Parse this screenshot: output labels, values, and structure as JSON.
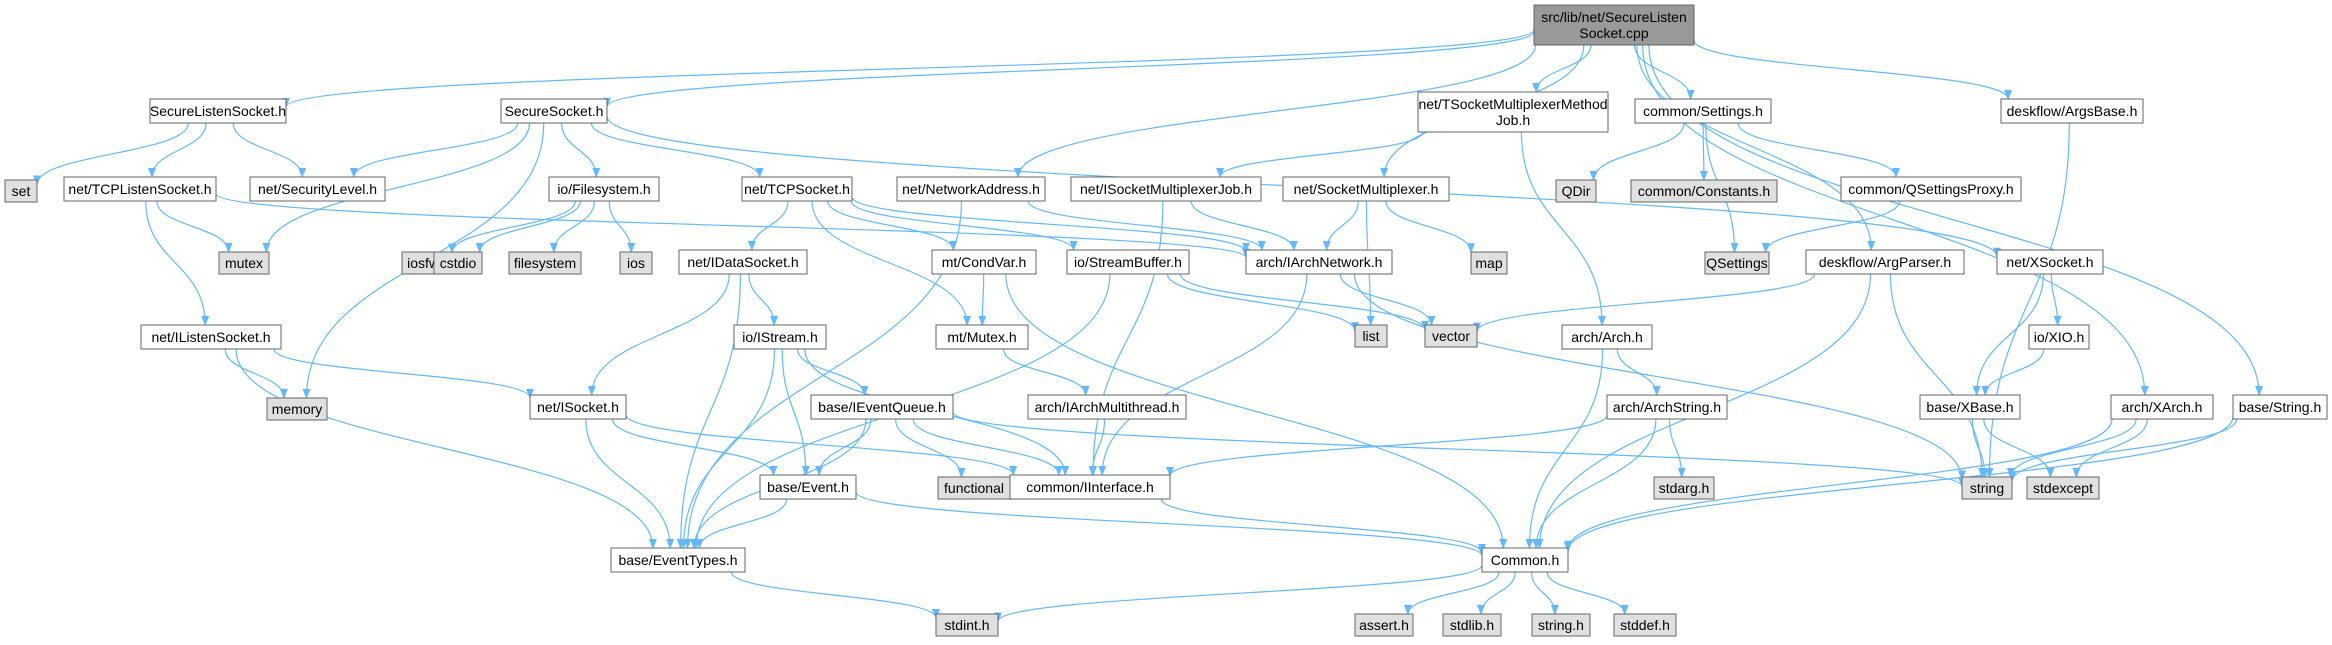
{
  "title": "src/lib/net/SecureListenSocket.cpp",
  "colors": {
    "root_fill": "#999999",
    "header_fill": "#ffffff",
    "system_fill": "#e0e0e0",
    "edge": "#63b8ff"
  },
  "nodes": [
    {
      "id": "root",
      "kind": "root",
      "lines": [
        "src/lib/net/SecureListen",
        "Socket.cpp"
      ]
    },
    {
      "id": "securelistensocket",
      "kind": "header",
      "lines": [
        "SecureListenSocket.h"
      ]
    },
    {
      "id": "securesocket",
      "kind": "header",
      "lines": [
        "SecureSocket.h"
      ]
    },
    {
      "id": "networkaddress",
      "kind": "header",
      "lines": [
        "net/NetworkAddress.h"
      ]
    },
    {
      "id": "tsocketmultiplexermethodjob",
      "kind": "header",
      "lines": [
        "net/TSocketMultiplexerMethod",
        "Job.h"
      ]
    },
    {
      "id": "socketmultiplexer",
      "kind": "header",
      "lines": [
        "net/SocketMultiplexer.h"
      ]
    },
    {
      "id": "settings",
      "kind": "header",
      "lines": [
        "common/Settings.h"
      ]
    },
    {
      "id": "argsbase",
      "kind": "header",
      "lines": [
        "deskflow/ArgsBase.h"
      ]
    },
    {
      "id": "argparser",
      "kind": "header",
      "lines": [
        "deskflow/ArgParser.h"
      ]
    },
    {
      "id": "xarch",
      "kind": "header",
      "lines": [
        "arch/XArch.h"
      ]
    },
    {
      "id": "basestring",
      "kind": "header",
      "lines": [
        "base/String.h"
      ]
    },
    {
      "id": "set",
      "kind": "system",
      "lines": [
        "set"
      ]
    },
    {
      "id": "tcplistensocket",
      "kind": "header",
      "lines": [
        "net/TCPListenSocket.h"
      ]
    },
    {
      "id": "securitylevel",
      "kind": "header",
      "lines": [
        "net/SecurityLevel.h"
      ]
    },
    {
      "id": "filesystem_h",
      "kind": "header",
      "lines": [
        "io/Filesystem.h"
      ]
    },
    {
      "id": "tcpsocket",
      "kind": "header",
      "lines": [
        "net/TCPSocket.h"
      ]
    },
    {
      "id": "isocketmultiplexerjob",
      "kind": "header",
      "lines": [
        "net/ISocketMultiplexerJob.h"
      ]
    },
    {
      "id": "qdir",
      "kind": "system",
      "lines": [
        "QDir"
      ]
    },
    {
      "id": "constants",
      "kind": "system",
      "lines": [
        "common/Constants.h"
      ]
    },
    {
      "id": "qsettingsproxy",
      "kind": "header",
      "lines": [
        "common/QSettingsProxy.h"
      ]
    },
    {
      "id": "mutex",
      "kind": "system",
      "lines": [
        "mutex"
      ]
    },
    {
      "id": "iosfwd",
      "kind": "system",
      "lines": [
        "iosfwd"
      ]
    },
    {
      "id": "cstdio",
      "kind": "system",
      "lines": [
        "cstdio"
      ]
    },
    {
      "id": "filesystem",
      "kind": "system",
      "lines": [
        "filesystem"
      ]
    },
    {
      "id": "ios",
      "kind": "system",
      "lines": [
        "ios"
      ]
    },
    {
      "id": "idatasocket",
      "kind": "header",
      "lines": [
        "net/IDataSocket.h"
      ]
    },
    {
      "id": "condvar",
      "kind": "header",
      "lines": [
        "mt/CondVar.h"
      ]
    },
    {
      "id": "streambuffer",
      "kind": "header",
      "lines": [
        "io/StreamBuffer.h"
      ]
    },
    {
      "id": "iarchnetwork",
      "kind": "header",
      "lines": [
        "arch/IArchNetwork.h"
      ]
    },
    {
      "id": "map",
      "kind": "system",
      "lines": [
        "map"
      ]
    },
    {
      "id": "qsettings",
      "kind": "system",
      "lines": [
        "QSettings"
      ]
    },
    {
      "id": "xsocket",
      "kind": "header",
      "lines": [
        "net/XSocket.h"
      ]
    },
    {
      "id": "ilistensocket",
      "kind": "header",
      "lines": [
        "net/IListenSocket.h"
      ]
    },
    {
      "id": "istream",
      "kind": "header",
      "lines": [
        "io/IStream.h"
      ]
    },
    {
      "id": "mutex_h",
      "kind": "header",
      "lines": [
        "mt/Mutex.h"
      ]
    },
    {
      "id": "list",
      "kind": "system",
      "lines": [
        "list"
      ]
    },
    {
      "id": "vector",
      "kind": "system",
      "lines": [
        "vector"
      ]
    },
    {
      "id": "arch_h",
      "kind": "header",
      "lines": [
        "arch/Arch.h"
      ]
    },
    {
      "id": "xio",
      "kind": "header",
      "lines": [
        "io/XIO.h"
      ]
    },
    {
      "id": "memory",
      "kind": "system",
      "lines": [
        "memory"
      ]
    },
    {
      "id": "isocket",
      "kind": "header",
      "lines": [
        "net/ISocket.h"
      ]
    },
    {
      "id": "ieventqueue",
      "kind": "header",
      "lines": [
        "base/IEventQueue.h"
      ]
    },
    {
      "id": "iarchmultithread",
      "kind": "header",
      "lines": [
        "arch/IArchMultithread.h"
      ]
    },
    {
      "id": "archstring",
      "kind": "header",
      "lines": [
        "arch/ArchString.h"
      ]
    },
    {
      "id": "xbase",
      "kind": "header",
      "lines": [
        "base/XBase.h"
      ]
    },
    {
      "id": "functional",
      "kind": "system",
      "lines": [
        "functional"
      ]
    },
    {
      "id": "stdarg",
      "kind": "system",
      "lines": [
        "stdarg.h"
      ]
    },
    {
      "id": "string",
      "kind": "system",
      "lines": [
        "string"
      ]
    },
    {
      "id": "stdexcept",
      "kind": "system",
      "lines": [
        "stdexcept"
      ]
    },
    {
      "id": "event",
      "kind": "header",
      "lines": [
        "base/Event.h"
      ]
    },
    {
      "id": "iinterface",
      "kind": "header",
      "lines": [
        "common/IInterface.h"
      ]
    },
    {
      "id": "eventtypes",
      "kind": "header",
      "lines": [
        "base/EventTypes.h"
      ]
    },
    {
      "id": "common",
      "kind": "header",
      "lines": [
        "Common.h"
      ]
    },
    {
      "id": "stdint",
      "kind": "system",
      "lines": [
        "stdint.h"
      ]
    },
    {
      "id": "assert",
      "kind": "system",
      "lines": [
        "assert.h"
      ]
    },
    {
      "id": "stdlib",
      "kind": "system",
      "lines": [
        "stdlib.h"
      ]
    },
    {
      "id": "string_h",
      "kind": "system",
      "lines": [
        "string.h"
      ]
    },
    {
      "id": "stddef",
      "kind": "system",
      "lines": [
        "stddef.h"
      ]
    }
  ],
  "edges": [
    [
      "root",
      "securelistensocket"
    ],
    [
      "root",
      "securesocket"
    ],
    [
      "root",
      "networkaddress"
    ],
    [
      "root",
      "tsocketmultiplexermethodjob"
    ],
    [
      "root",
      "socketmultiplexer"
    ],
    [
      "root",
      "settings"
    ],
    [
      "root",
      "argsbase"
    ],
    [
      "root",
      "argparser"
    ],
    [
      "root",
      "xarch"
    ],
    [
      "root",
      "basestring"
    ],
    [
      "securelistensocket",
      "set"
    ],
    [
      "securelistensocket",
      "tcplistensocket"
    ],
    [
      "securelistensocket",
      "securitylevel"
    ],
    [
      "securesocket",
      "securitylevel"
    ],
    [
      "securesocket",
      "mutex"
    ],
    [
      "securesocket",
      "memory"
    ],
    [
      "securesocket",
      "filesystem_h"
    ],
    [
      "securesocket",
      "tcpsocket"
    ],
    [
      "securesocket",
      "xsocket"
    ],
    [
      "tcplistensocket",
      "mutex"
    ],
    [
      "tcplistensocket",
      "ilistensocket"
    ],
    [
      "tcplistensocket",
      "iarchnetwork"
    ],
    [
      "filesystem_h",
      "iosfwd"
    ],
    [
      "filesystem_h",
      "cstdio"
    ],
    [
      "filesystem_h",
      "filesystem"
    ],
    [
      "filesystem_h",
      "ios"
    ],
    [
      "tcpsocket",
      "idatasocket"
    ],
    [
      "tcpsocket",
      "condvar"
    ],
    [
      "tcpsocket",
      "streambuffer"
    ],
    [
      "tcpsocket",
      "mutex_h"
    ],
    [
      "tcpsocket",
      "iarchnetwork"
    ],
    [
      "networkaddress",
      "iarchnetwork"
    ],
    [
      "networkaddress",
      "eventtypes"
    ],
    [
      "tsocketmultiplexermethodjob",
      "isocketmultiplexerjob"
    ],
    [
      "tsocketmultiplexermethodjob",
      "arch_h"
    ],
    [
      "isocketmultiplexerjob",
      "iarchnetwork"
    ],
    [
      "isocketmultiplexerjob",
      "iinterface"
    ],
    [
      "socketmultiplexer",
      "iarchnetwork"
    ],
    [
      "socketmultiplexer",
      "map"
    ],
    [
      "socketmultiplexer",
      "list"
    ],
    [
      "settings",
      "qdir"
    ],
    [
      "settings",
      "constants"
    ],
    [
      "settings",
      "qsettingsproxy"
    ],
    [
      "settings",
      "qsettings"
    ],
    [
      "qsettingsproxy",
      "qsettings"
    ],
    [
      "argsbase",
      "string"
    ],
    [
      "argparser",
      "vector"
    ],
    [
      "argparser",
      "string"
    ],
    [
      "argparser",
      "common"
    ],
    [
      "xsocket",
      "xbase"
    ],
    [
      "xsocket",
      "xio"
    ],
    [
      "xio",
      "xbase"
    ],
    [
      "xbase",
      "string"
    ],
    [
      "xbase",
      "stdexcept"
    ],
    [
      "xarch",
      "string"
    ],
    [
      "xarch",
      "stdexcept"
    ],
    [
      "xarch",
      "common"
    ],
    [
      "basestring",
      "string"
    ],
    [
      "basestring",
      "common"
    ],
    [
      "idatasocket",
      "isocket"
    ],
    [
      "idatasocket",
      "istream"
    ],
    [
      "idatasocket",
      "eventtypes"
    ],
    [
      "condvar",
      "mutex_h"
    ],
    [
      "condvar",
      "common"
    ],
    [
      "streambuffer",
      "list"
    ],
    [
      "streambuffer",
      "vector"
    ],
    [
      "streambuffer",
      "eventtypes"
    ],
    [
      "iarchnetwork",
      "vector"
    ],
    [
      "iarchnetwork",
      "string"
    ],
    [
      "iarchnetwork",
      "iinterface"
    ],
    [
      "ilistensocket",
      "memory"
    ],
    [
      "ilistensocket",
      "isocket"
    ],
    [
      "ilistensocket",
      "eventtypes"
    ],
    [
      "istream",
      "ieventqueue"
    ],
    [
      "istream",
      "event"
    ],
    [
      "istream",
      "iinterface"
    ],
    [
      "istream",
      "eventtypes"
    ],
    [
      "mutex_h",
      "iarchmultithread"
    ],
    [
      "iarchmultithread",
      "iinterface"
    ],
    [
      "arch_h",
      "archstring"
    ],
    [
      "arch_h",
      "common"
    ],
    [
      "archstring",
      "stdarg"
    ],
    [
      "archstring",
      "iinterface"
    ],
    [
      "archstring",
      "common"
    ],
    [
      "isocket",
      "event"
    ],
    [
      "isocket",
      "iinterface"
    ],
    [
      "isocket",
      "eventtypes"
    ],
    [
      "ieventqueue",
      "functional"
    ],
    [
      "ieventqueue",
      "event"
    ],
    [
      "ieventqueue",
      "iinterface"
    ],
    [
      "ieventqueue",
      "eventtypes"
    ],
    [
      "ieventqueue",
      "string"
    ],
    [
      "event",
      "eventtypes"
    ],
    [
      "event",
      "common"
    ],
    [
      "iinterface",
      "common"
    ],
    [
      "eventtypes",
      "stdint"
    ],
    [
      "common",
      "stdint"
    ],
    [
      "common",
      "assert"
    ],
    [
      "common",
      "stdlib"
    ],
    [
      "common",
      "string_h"
    ],
    [
      "common",
      "stddef"
    ]
  ]
}
